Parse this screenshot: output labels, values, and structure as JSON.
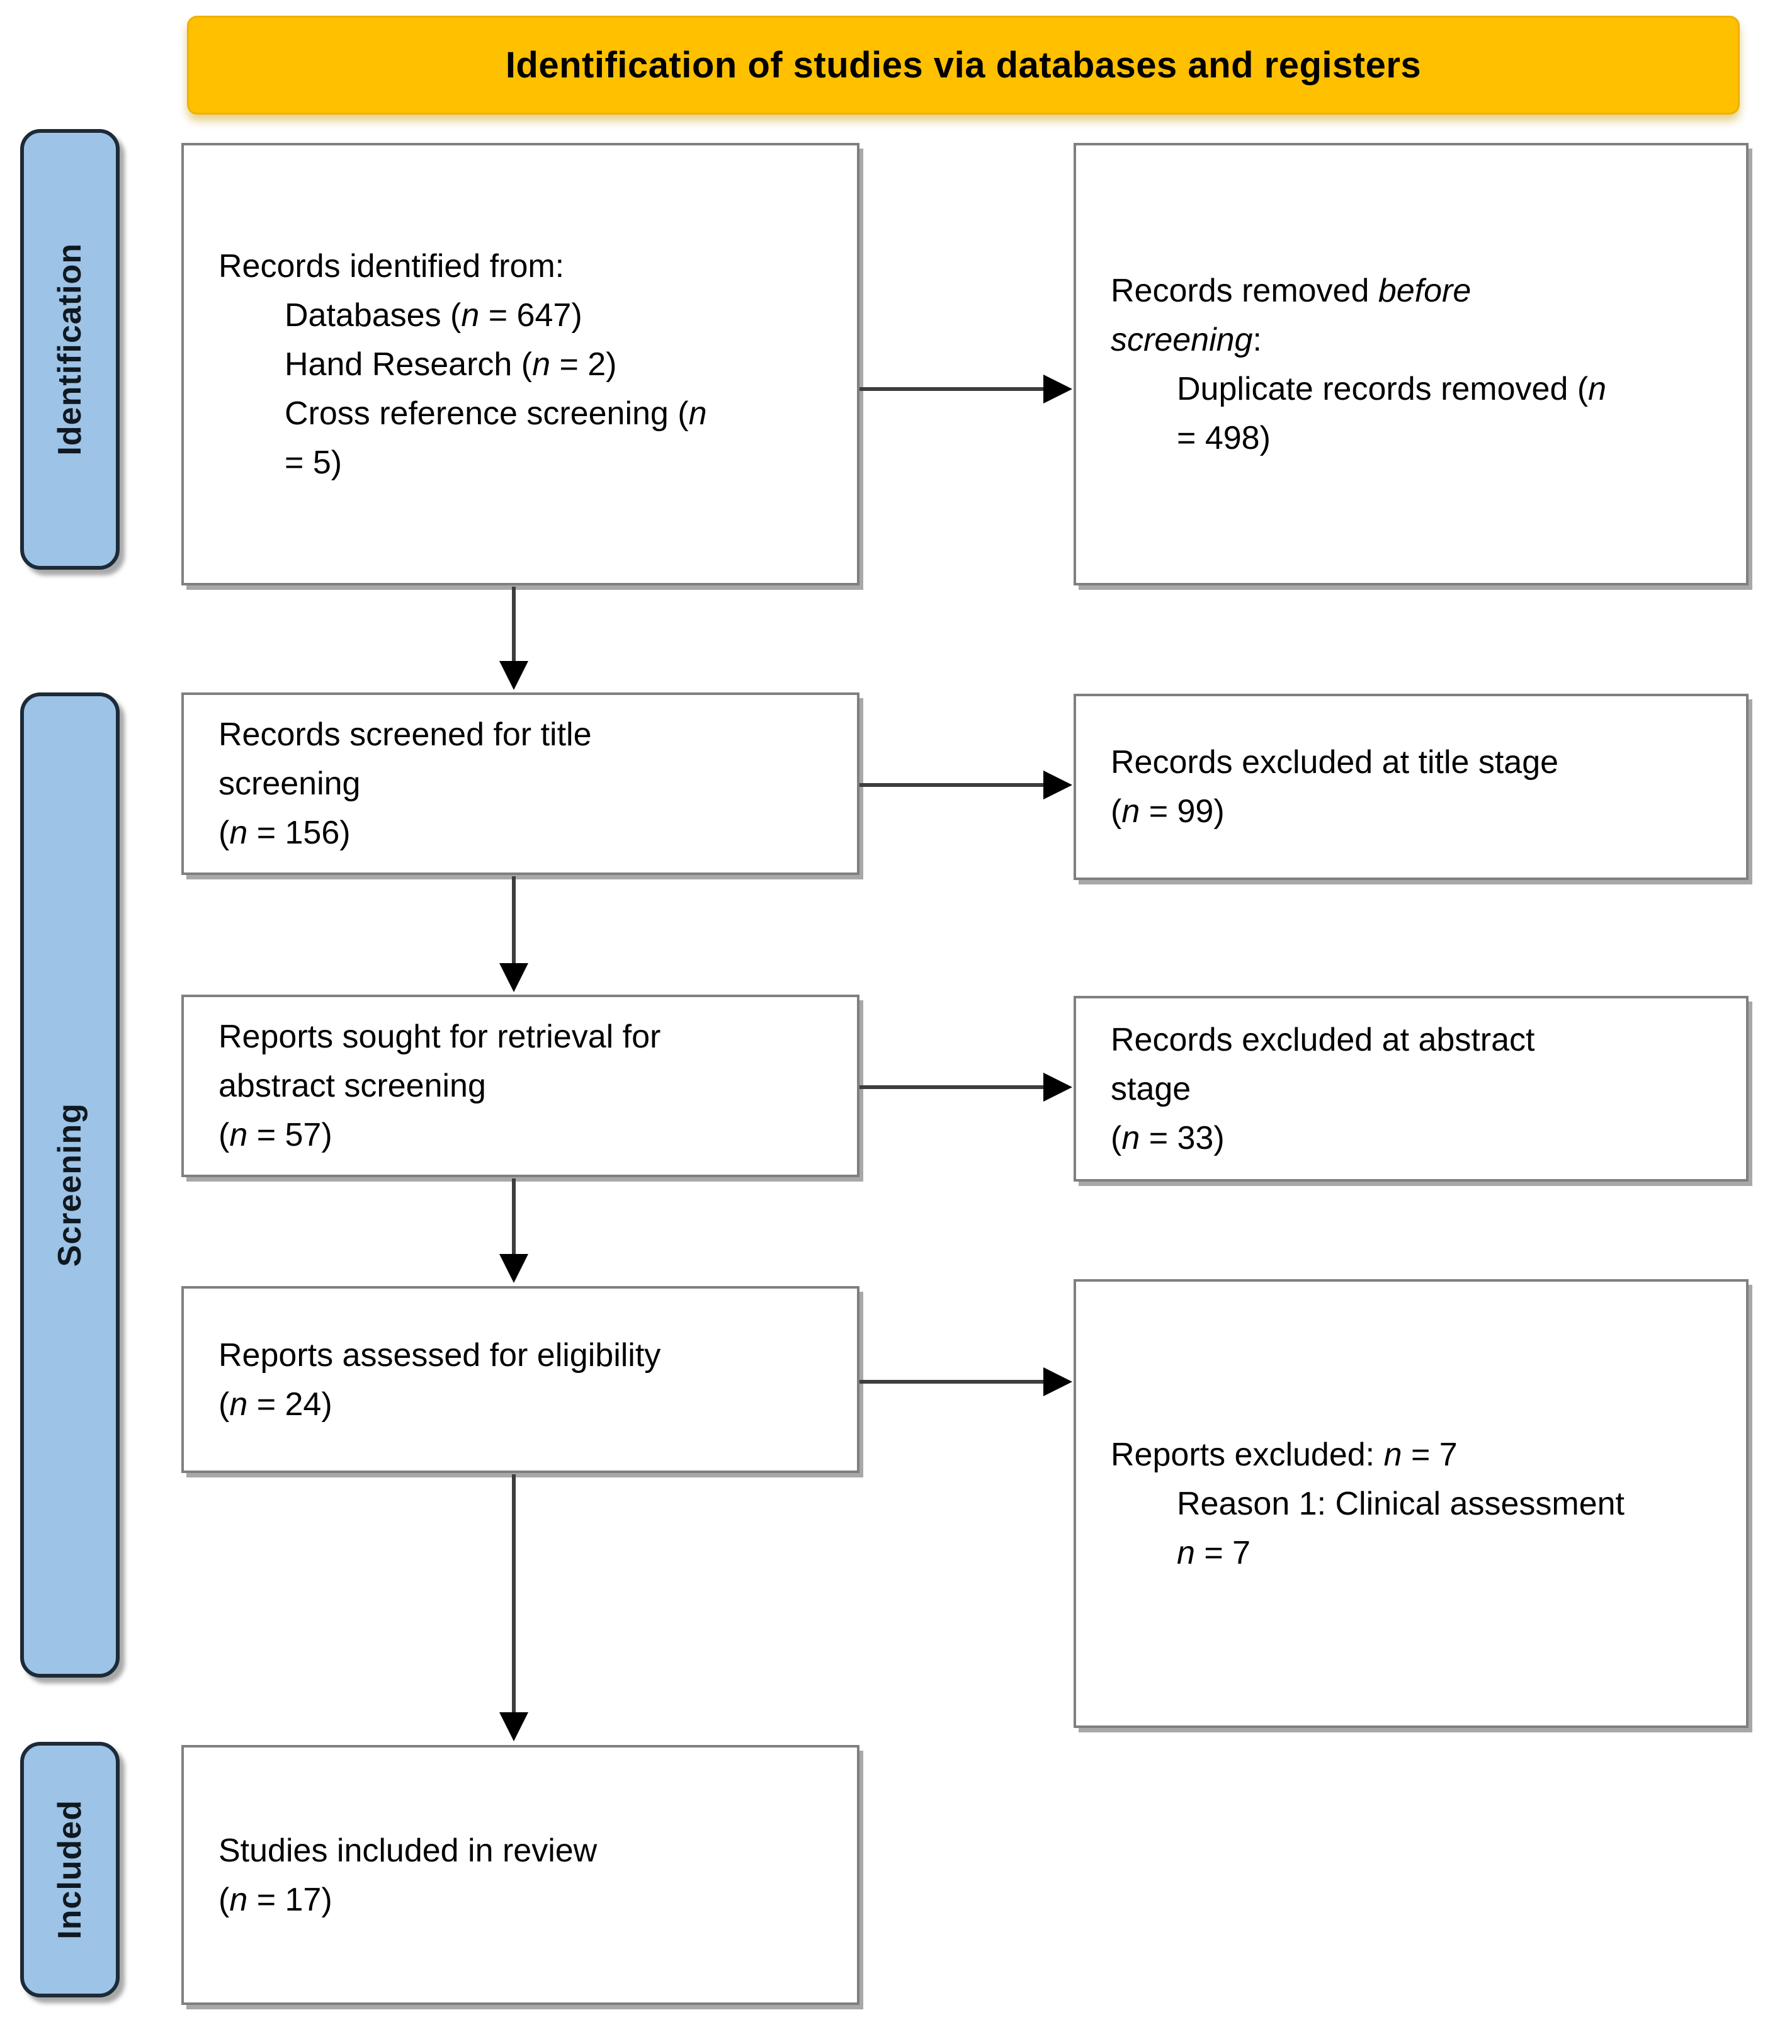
{
  "banner": {
    "title": "Identification of studies via databases and registers"
  },
  "stages": [
    {
      "label": "Identification"
    },
    {
      "label": "Screening"
    },
    {
      "label": "Included"
    }
  ],
  "boxes": [
    {
      "id": "records-identified",
      "lines": [
        {
          "indent": 0,
          "segments": [
            {
              "text": "Records identified from:"
            }
          ]
        },
        {
          "indent": 1,
          "segments": [
            {
              "text": "Databases ("
            },
            {
              "text": "n",
              "italic": true
            },
            {
              "text": " = 647)"
            }
          ]
        },
        {
          "indent": 1,
          "segments": [
            {
              "text": "Hand Research ("
            },
            {
              "text": "n",
              "italic": true
            },
            {
              "text": " = 2)"
            }
          ]
        },
        {
          "indent": 1,
          "segments": [
            {
              "text": "Cross reference screening ("
            },
            {
              "text": "n",
              "italic": true
            }
          ]
        },
        {
          "indent": 1,
          "segments": [
            {
              "text": "= 5)"
            }
          ]
        }
      ]
    },
    {
      "id": "records-removed",
      "lines": [
        {
          "indent": 0,
          "segments": [
            {
              "text": "Records removed "
            },
            {
              "text": "before",
              "italic": true
            }
          ]
        },
        {
          "indent": 0,
          "segments": [
            {
              "text": "screening",
              "italic": true
            },
            {
              "text": ":"
            }
          ]
        },
        {
          "indent": 1,
          "segments": [
            {
              "text": "Duplicate records removed ("
            },
            {
              "text": "n",
              "italic": true
            }
          ]
        },
        {
          "indent": 1,
          "segments": [
            {
              "text": "= 498)"
            }
          ]
        }
      ]
    },
    {
      "id": "records-screened",
      "lines": [
        {
          "indent": 0,
          "segments": [
            {
              "text": "Records screened for title"
            }
          ]
        },
        {
          "indent": 0,
          "segments": [
            {
              "text": "screening"
            }
          ]
        },
        {
          "indent": 0,
          "segments": [
            {
              "text": "("
            },
            {
              "text": "n",
              "italic": true
            },
            {
              "text": " = 156)"
            }
          ]
        }
      ]
    },
    {
      "id": "excluded-title",
      "lines": [
        {
          "indent": 0,
          "segments": [
            {
              "text": "Records excluded at title stage"
            }
          ]
        },
        {
          "indent": 0,
          "segments": [
            {
              "text": "("
            },
            {
              "text": "n",
              "italic": true
            },
            {
              "text": " = 99)"
            }
          ]
        }
      ]
    },
    {
      "id": "reports-sought",
      "lines": [
        {
          "indent": 0,
          "segments": [
            {
              "text": "Reports sought for retrieval for"
            }
          ]
        },
        {
          "indent": 0,
          "segments": [
            {
              "text": "abstract screening"
            }
          ]
        },
        {
          "indent": 0,
          "segments": [
            {
              "text": "("
            },
            {
              "text": "n",
              "italic": true
            },
            {
              "text": " = 57)"
            }
          ]
        }
      ]
    },
    {
      "id": "excluded-abstract",
      "lines": [
        {
          "indent": 0,
          "segments": [
            {
              "text": "Records excluded at abstract"
            }
          ]
        },
        {
          "indent": 0,
          "segments": [
            {
              "text": "stage"
            }
          ]
        },
        {
          "indent": 0,
          "segments": [
            {
              "text": "("
            },
            {
              "text": "n",
              "italic": true
            },
            {
              "text": " = 33)"
            }
          ]
        }
      ]
    },
    {
      "id": "reports-assessed",
      "lines": [
        {
          "indent": 0,
          "segments": [
            {
              "text": "Reports assessed for eligibility"
            }
          ]
        },
        {
          "indent": 0,
          "segments": [
            {
              "text": "("
            },
            {
              "text": "n",
              "italic": true
            },
            {
              "text": " = 24)"
            }
          ]
        }
      ]
    },
    {
      "id": "reports-excluded",
      "lines": [
        {
          "indent": 0,
          "segments": [
            {
              "text": "Reports excluded: "
            },
            {
              "text": "n",
              "italic": true
            },
            {
              "text": " = 7"
            }
          ]
        },
        {
          "indent": 1,
          "segments": [
            {
              "text": "Reason 1: Clinical assessment"
            }
          ]
        },
        {
          "indent": 1,
          "segments": [
            {
              "text": "n",
              "italic": true
            },
            {
              "text": " = 7"
            }
          ]
        }
      ]
    },
    {
      "id": "studies-included",
      "lines": [
        {
          "indent": 0,
          "segments": [
            {
              "text": "Studies included in review"
            }
          ]
        },
        {
          "indent": 0,
          "segments": [
            {
              "text": "("
            },
            {
              "text": "n",
              "italic": true
            },
            {
              "text": " = 17)"
            }
          ]
        }
      ]
    }
  ],
  "colors": {
    "banner_bg": "#FFC000",
    "banner_border": "#EFB000",
    "stage_bg": "#9DC3E6",
    "stage_border": "#1D2A38",
    "box_border": "#7F7F7F",
    "arrow": "#3D3D3D"
  }
}
